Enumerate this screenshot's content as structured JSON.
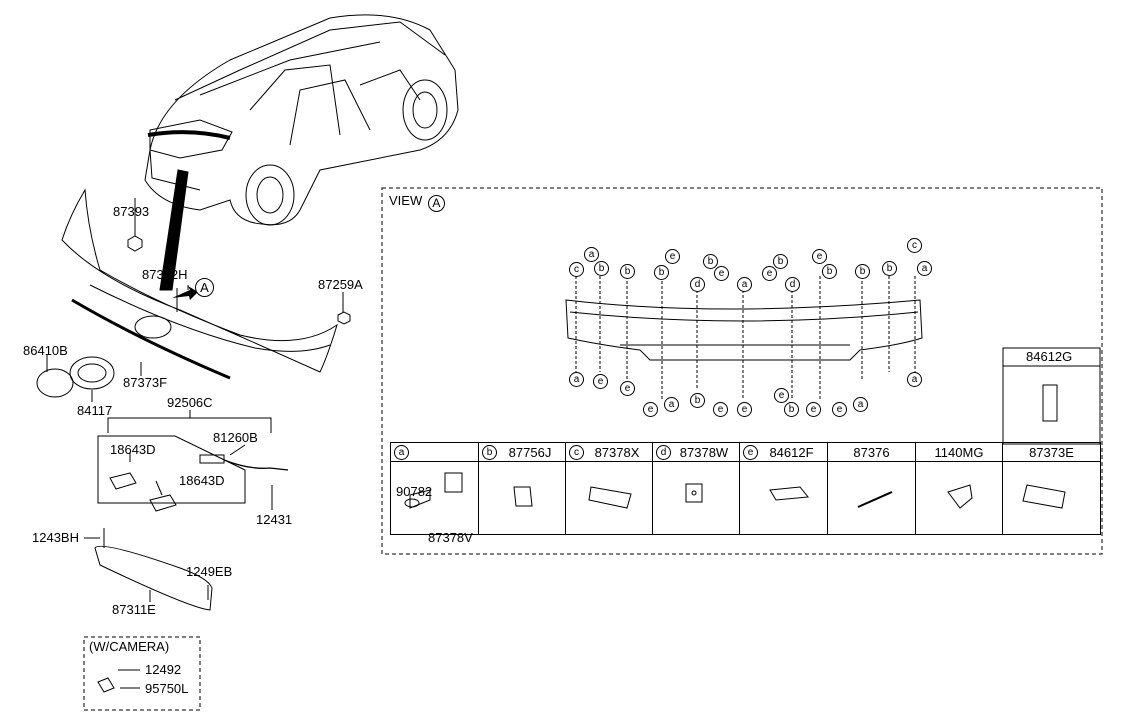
{
  "parts": {
    "p87393": "87393",
    "p87312H": "87312H",
    "p87259A": "87259A",
    "p86410B": "86410B",
    "p84117": "84117",
    "p87373F": "87373F",
    "p92506C": "92506C",
    "p18643D_a": "18643D",
    "p81260B": "81260B",
    "p18643D_b": "18643D",
    "p12431": "12431",
    "p1243BH": "1243BH",
    "p1249EB": "1249EB",
    "p87311E": "87311E",
    "camera_title": "(W/CAMERA)",
    "p12492": "12492",
    "p95750L": "95750L",
    "arrow_ref": "A"
  },
  "view": {
    "title": "VIEW",
    "ref": "A",
    "top_callouts": [
      "c",
      "a",
      "b",
      "b",
      "b",
      "e",
      "d",
      "b",
      "e",
      "a",
      "e",
      "b",
      "d",
      "e",
      "b",
      "b",
      "b",
      "c",
      "a"
    ],
    "bottom_callouts": [
      "a",
      "e",
      "e",
      "e",
      "a",
      "b",
      "e",
      "e",
      "b",
      "e",
      "e",
      "a",
      "e",
      "a"
    ],
    "right_box_label": "84612G"
  },
  "table": {
    "headers": [
      {
        "circle": "a",
        "code": ""
      },
      {
        "circle": "b",
        "code": "87756J"
      },
      {
        "circle": "c",
        "code": "87378X"
      },
      {
        "circle": "d",
        "code": "87378W"
      },
      {
        "circle": "e",
        "code": "84612F"
      },
      {
        "circle": "",
        "code": "87376"
      },
      {
        "circle": "",
        "code": "1140MG"
      },
      {
        "circle": "",
        "code": "87373E"
      }
    ],
    "cell_a_part1": "90782",
    "cell_a_part2": "87378V"
  }
}
